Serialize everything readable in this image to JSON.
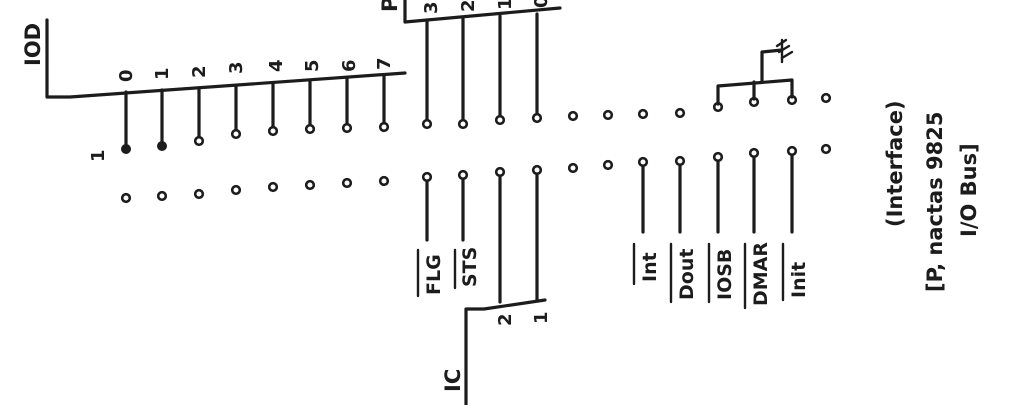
{
  "bus_left_label": "IOD",
  "bus_left_bits": [
    "0",
    "1",
    "2",
    "3",
    "4",
    "5",
    "6",
    "7"
  ],
  "bus_top_label": "P",
  "bus_top_bits": [
    "3",
    "2",
    "1",
    "0"
  ],
  "pin_one_label": "1",
  "signals": [
    "FLG",
    "STS",
    "Int",
    "Dout",
    "IOSB",
    "DMAR",
    "Init"
  ],
  "bus_bottom_label": "IC",
  "bus_bottom_bits": [
    "2",
    "1"
  ],
  "note_title": "(Interface)",
  "note_line1": "[P, nactas 9825",
  "note_line2": "I/O Bus]"
}
